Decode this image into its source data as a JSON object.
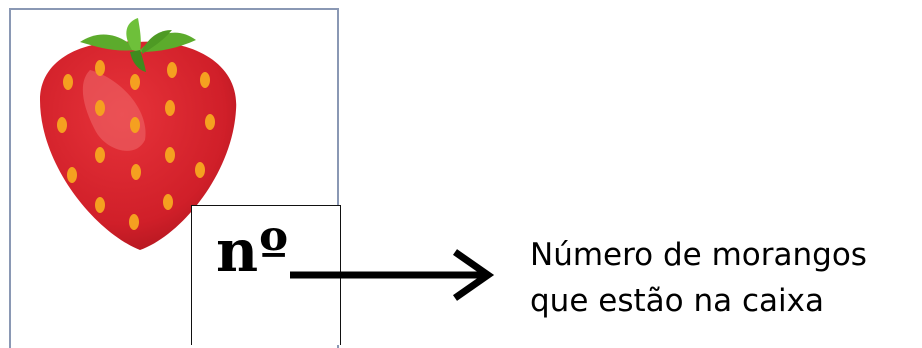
{
  "count_label": "nº",
  "caption": {
    "line1": "Número de morangos",
    "line2": "que estão na caixa"
  },
  "colors": {
    "box_border": "#8a98b4",
    "strawberry_red": "#d5202b",
    "leaf_green": "#5cab2c",
    "seed_orange": "#f5a020"
  }
}
